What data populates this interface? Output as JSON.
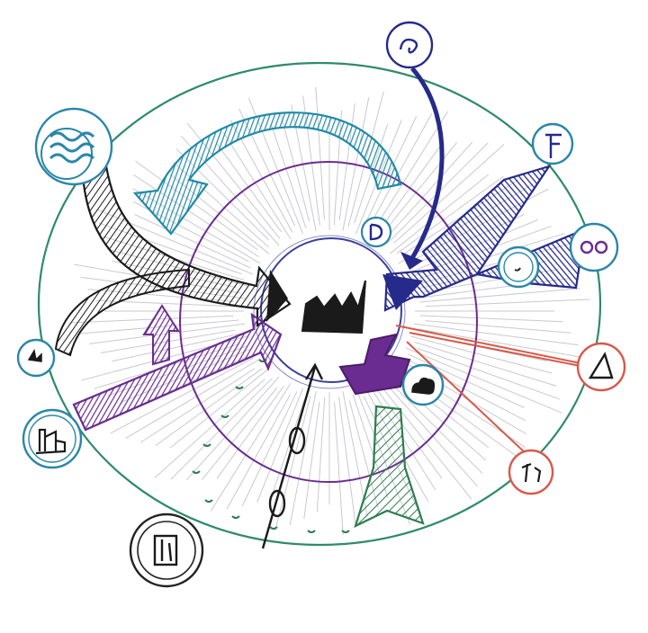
{
  "diagram": {
    "central_symbol": "factory-icon",
    "rings": [
      {
        "name": "outer-ring",
        "color": "#2e8b6a"
      },
      {
        "name": "middle-ring",
        "color": "#6a2c91"
      },
      {
        "name": "inner-ring",
        "color": "#3a3f9a"
      }
    ],
    "nodes": [
      {
        "name": "wave-node",
        "icon": "wave-icon",
        "color": "#2a86a8"
      },
      {
        "name": "top-node",
        "icon": "swirl-icon",
        "color": "#2a2a8c"
      },
      {
        "name": "top-right-node",
        "icon": "flag-icon",
        "color": "#2a86a8"
      },
      {
        "name": "right-node",
        "icon": "eyes-icon",
        "color": "#2a86a8"
      },
      {
        "name": "inner-right-node",
        "icon": "dot-icon",
        "color": "#2a86a8"
      },
      {
        "name": "inner-top-node",
        "icon": "d-letter-icon",
        "color": "#2a86a8"
      },
      {
        "name": "inner-bottom-node",
        "icon": "cloud-icon",
        "color": "#2a86a8"
      },
      {
        "name": "triangle-node",
        "icon": "triangle-icon",
        "color": "#d8584a"
      },
      {
        "name": "figure-node",
        "icon": "figure-icon",
        "color": "#d8584a"
      },
      {
        "name": "left-node",
        "icon": "bird-icon",
        "color": "#2a86a8"
      },
      {
        "name": "bottom-left-node",
        "icon": "building-icon",
        "color": "#2a86a8"
      },
      {
        "name": "bottom-node",
        "icon": "door-icon",
        "color": "#222222"
      }
    ],
    "arrows": [
      {
        "name": "teal-curved-arrow",
        "color": "#1f8aa6"
      },
      {
        "name": "navy-thin-arrow",
        "color": "#262a8a"
      },
      {
        "name": "navy-big-arrow",
        "color": "#262a8a"
      },
      {
        "name": "black-arrow",
        "color": "#1a1a1a"
      },
      {
        "name": "purple-arrow",
        "color": "#6a2c91"
      },
      {
        "name": "purple-small-arrow",
        "color": "#6a2c91"
      },
      {
        "name": "green-arrow",
        "color": "#2e7d4f"
      },
      {
        "name": "black-stick-arrow",
        "color": "#1a1a1a"
      }
    ],
    "connector_color": "#d8584a",
    "ray_color": "#c9c9cf"
  }
}
